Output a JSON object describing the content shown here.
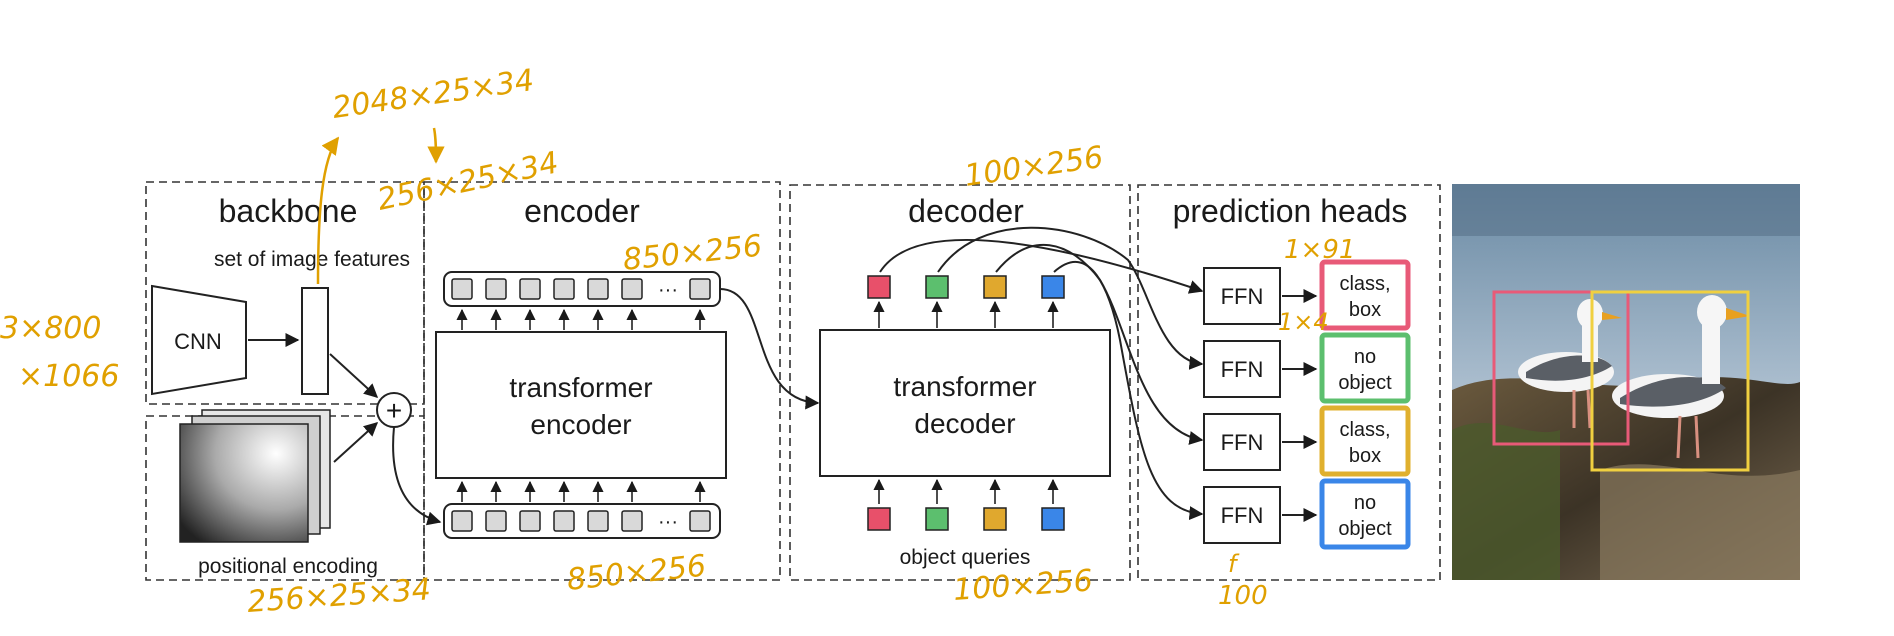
{
  "sections": {
    "backbone": "backbone",
    "encoder": "encoder",
    "decoder": "decoder",
    "heads": "prediction heads"
  },
  "backbone": {
    "features_label": "set of image features",
    "cnn_label": "CNN",
    "posenc_label": "positional encoding",
    "plus_symbol": "+"
  },
  "encoder": {
    "block_line1": "transformer",
    "block_line2": "encoder",
    "ellipsis": "···"
  },
  "decoder": {
    "block_line1": "transformer",
    "block_line2": "decoder",
    "queries_label": "object queries",
    "query_colors": [
      "#e8506a",
      "#5cbf6e",
      "#e0a82e",
      "#3a86e8"
    ]
  },
  "heads": {
    "ffn_label": "FFN",
    "outputs": [
      {
        "line1": "class,",
        "line2": "box",
        "color": "#e85a78"
      },
      {
        "line1": "no",
        "line2": "object",
        "color": "#5cbf6e"
      },
      {
        "line1": "class,",
        "line2": "box",
        "color": "#e0b02e"
      },
      {
        "line1": "no",
        "line2": "object",
        "color": "#3a86e8"
      }
    ]
  },
  "photo": {
    "box_colors": [
      "#e85a78",
      "#f0d040"
    ]
  },
  "annotations": {
    "input_size_1": "3×800",
    "input_size_2": "×1066",
    "cnn_out": "2048×25×34",
    "proj_out": "256×25×34",
    "enc_in": "850×256",
    "enc_in_bottom": "850×256",
    "pos_enc": "256×25×34",
    "dec_out": "100×256",
    "queries": "100×256",
    "cls_dim": "1×91",
    "box_dim": "1×4",
    "ffn_count_1": "f",
    "ffn_count_2": "100"
  },
  "colors": {
    "annotation": "#e0a000",
    "token_fill": "#d9d9d9"
  }
}
